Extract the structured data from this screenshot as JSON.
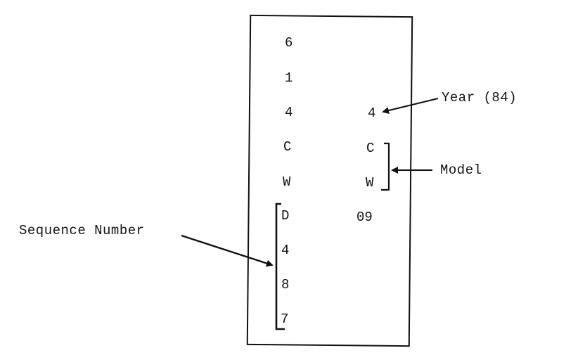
{
  "plate": {
    "left_column": [
      "6",
      "1",
      "4",
      "C",
      "W",
      "D",
      "4",
      "8",
      "7"
    ],
    "right_column": [
      "4",
      "C",
      "W",
      "09"
    ]
  },
  "labels": {
    "year": "Year (84)",
    "model": "Model",
    "sequence": "Sequence Number"
  }
}
